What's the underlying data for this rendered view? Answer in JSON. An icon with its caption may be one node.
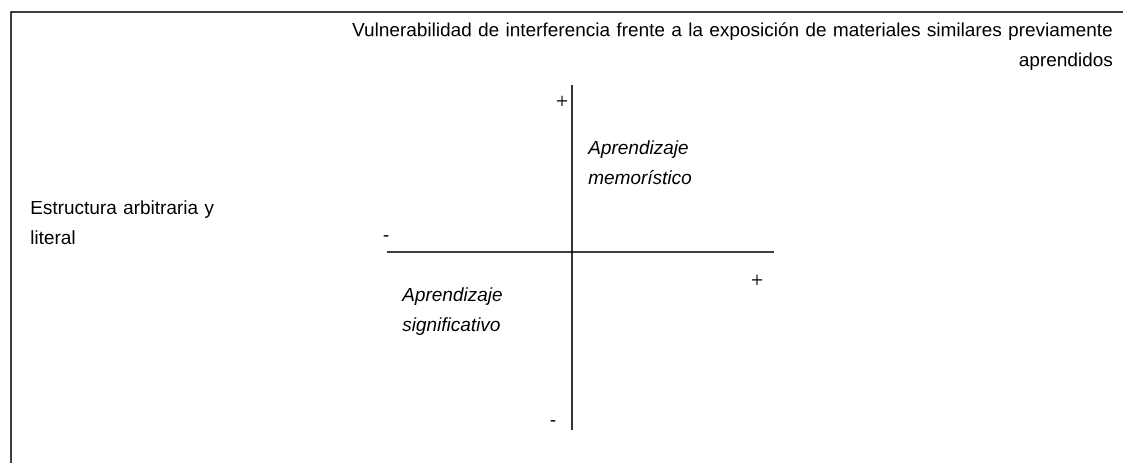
{
  "diagram": {
    "labels": [
      "Vulnerabilidad de interferencia frente a la exposición de materiales similares previamente aprendidos",
      "+",
      "Aprendizaje memorístico",
      "Estructura arbitraria y literal",
      "-",
      "+",
      "Aprendizaje significativo",
      "-"
    ]
  }
}
